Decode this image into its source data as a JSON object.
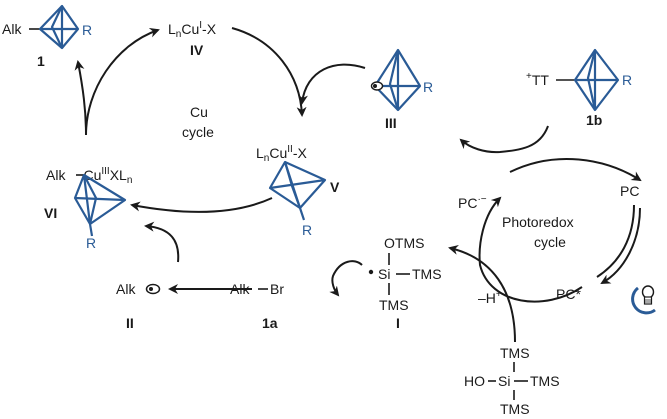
{
  "colors": {
    "ink": "#1a1a1a",
    "blue": "#2a5b96"
  },
  "icons": [
    "radical-dot-icon",
    "light-bulb-icon"
  ],
  "labels": {
    "cu_cycle_1": "Cu",
    "cu_cycle_2": "cycle",
    "photoredox_1": "Photoredox",
    "photoredox_2": "cycle",
    "pc": "PC",
    "pc_star": "PC*",
    "pc_anion": "PC",
    "minus_h": "–H",
    "tt": "TT"
  },
  "compounds": {
    "c1": {
      "alk": "Alk",
      "r": "R",
      "id": "1"
    },
    "IV": {
      "text_a": "L",
      "text_b": "Cu",
      "text_c": "-X",
      "id": "IV"
    },
    "V": {
      "text_a": "L",
      "text_b": "Cu",
      "text_c": "-X",
      "r": "R",
      "id": "V"
    },
    "VI": {
      "alk": "Alk",
      "text_b": "Cu",
      "text_c": "XL",
      "r": "R",
      "id": "VI"
    },
    "II": {
      "alk": "Alk",
      "id": "II"
    },
    "III": {
      "r": "R",
      "id": "III"
    },
    "1b": {
      "r": "R",
      "id": "1b"
    },
    "1a": {
      "text": "Alk",
      "br": "Br",
      "id": "1a"
    },
    "I": {
      "otms": "OTMS",
      "si": "Si",
      "tms_r": "TMS",
      "tms_b": "TMS",
      "id": "I"
    },
    "silanol": {
      "tms_t": "TMS",
      "ho": "HO",
      "si": "Si",
      "tms_r": "TMS",
      "tms_b": "TMS"
    }
  }
}
